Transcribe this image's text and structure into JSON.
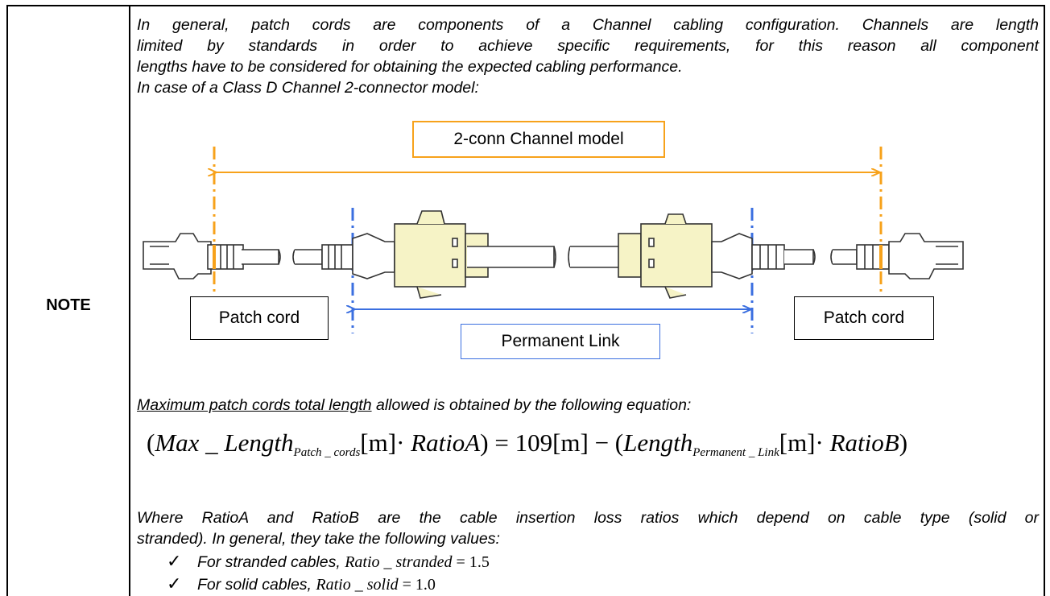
{
  "note_label": "NOTE",
  "intro": {
    "line1": "In general, patch cords are components of a Channel cabling configuration. Channels are length",
    "line2": "limited by standards in order to achieve specific requirements, for this reason all component",
    "line3": "lengths have to be considered for obtaining the expected cabling performance.",
    "line4": "In case of a Class D Channel 2-connector model:"
  },
  "diagram": {
    "channel_label": "2-conn Channel model",
    "patch_cord_left": "Patch cord",
    "patch_cord_right": "Patch cord",
    "permanent_link_label": "Permanent Link",
    "colors": {
      "channel": "#f7a21b",
      "link": "#3b6fe0",
      "connector_fill": "#f6f3c6"
    }
  },
  "equation_intro": {
    "underlined": "Maximum patch cords total length",
    "rest": " allowed is obtained by the following equation:"
  },
  "equation": {
    "max_length": "Max _ Length",
    "patch_sub": "Patch _ cords",
    "unit_m": "[m]",
    "ratio_a": "RatioA",
    "constant": "109",
    "length": "Length",
    "perm_sub": "Permanent _ Link",
    "ratio_b": "RatioB"
  },
  "where_text": {
    "line1": "Where RatioA and RatioB are the cable insertion loss ratios which depend on cable type (solid or",
    "line2": "stranded). In general, they take the following values:"
  },
  "bullets": [
    {
      "text": "For stranded cables, ",
      "math": "Ratio _ stranded",
      "value": "1.5"
    },
    {
      "text": "For solid cables, ",
      "math": "Ratio _ solid",
      "value": "1.0"
    }
  ]
}
